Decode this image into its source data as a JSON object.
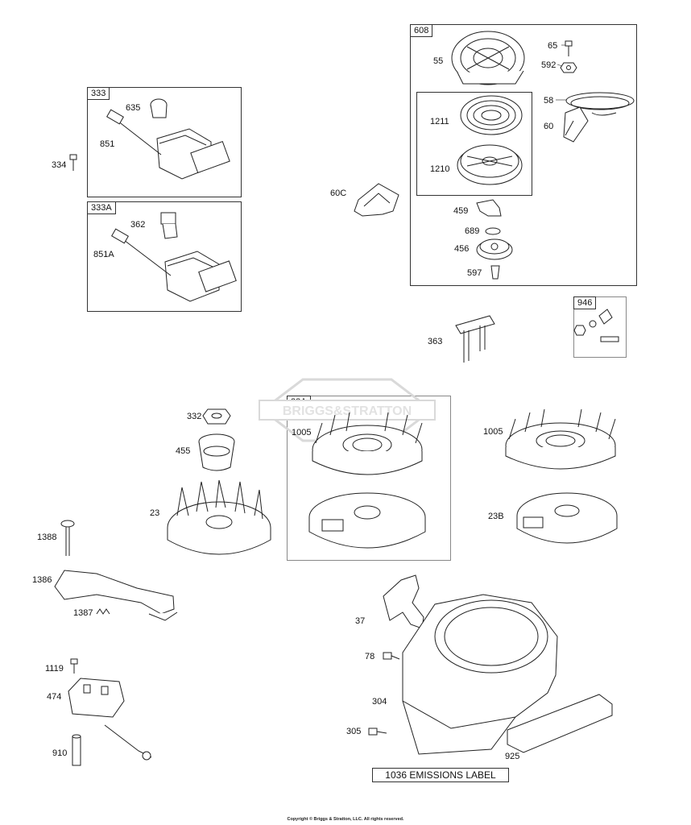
{
  "assemblies": {
    "box_608": "608",
    "box_333": "333",
    "box_333A": "333A",
    "box_946": "946",
    "box_23A": "23A"
  },
  "labels": {
    "p65": "65",
    "p592": "592",
    "p55": "55",
    "p58": "58",
    "p60": "60",
    "p1211": "1211",
    "p1210": "1210",
    "p459": "459",
    "p689": "689",
    "p456": "456",
    "p597": "597",
    "p60C": "60C",
    "p635": "635",
    "p851": "851",
    "p334": "334",
    "p362": "362",
    "p851A": "851A",
    "p363": "363",
    "p332": "332",
    "p455": "455",
    "p23": "23",
    "p1005a": "1005",
    "p1005b": "1005",
    "p23B": "23B",
    "p1388": "1388",
    "p1386": "1386",
    "p1387": "1387",
    "p1119": "1119",
    "p474": "474",
    "p910": "910",
    "p37": "37",
    "p78": "78",
    "p304": "304",
    "p305": "305",
    "p925": "925"
  },
  "emissions_label": "1036 EMISSIONS LABEL",
  "copyright": "Copyright © Briggs & Stratton, LLC. All rights reserved.",
  "watermark": "BRIGGS&STRATTON"
}
